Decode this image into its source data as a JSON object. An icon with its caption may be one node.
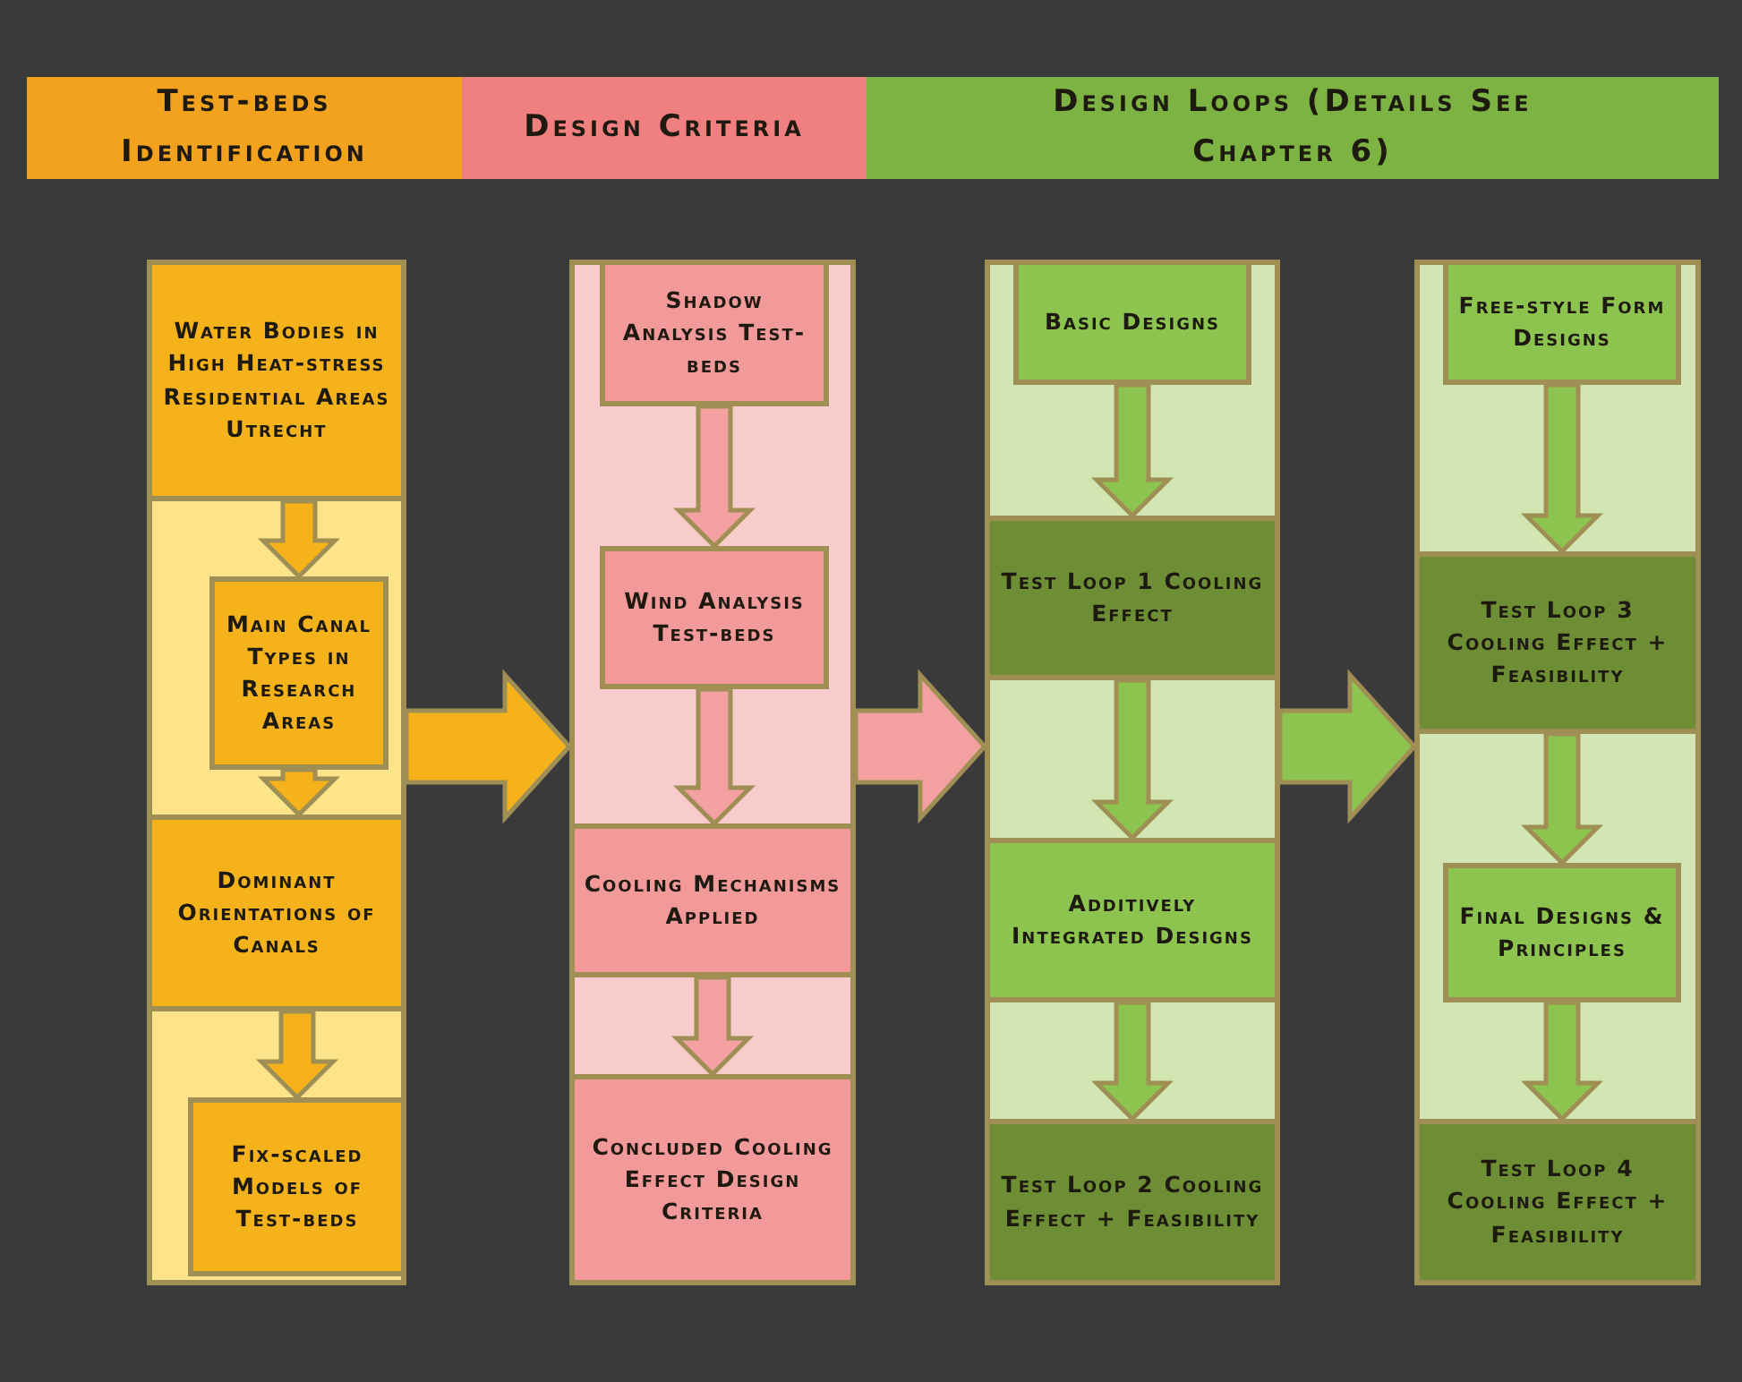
{
  "diagram": {
    "nodes": [
      {
        "text": [
          "Test-beds Identification"
        ]
      },
      {
        "text": [
          "Design Criteria"
        ]
      },
      {
        "text": [
          "Design Loops (Details See Chapter 6)"
        ]
      },
      {
        "text": [],
        "shape": "box"
      },
      {
        "text": [
          "Water Bodies in High Heat-stress Residential Areas Utrecht"
        ],
        "in": 3
      },
      {
        "text": [
          "Main Canal Types in Research Areas"
        ],
        "in": 3
      },
      {
        "text": [
          "Dominant Orientations of Canals"
        ],
        "in": 3
      },
      {
        "text": [
          "Fix-scaled Models of Test-beds"
        ],
        "in": 3
      },
      {
        "text": [],
        "shape": "box"
      },
      {
        "text": [
          "Shadow Analysis Test-beds"
        ],
        "in": 8
      },
      {
        "text": [
          "Wind Analysis Test-beds"
        ],
        "in": 8
      },
      {
        "text": [
          "Cooling Mechanisms Applied"
        ],
        "in": 8
      },
      {
        "text": [
          "Concluded Cooling Effect Design Criteria"
        ],
        "in": 8
      },
      {
        "text": [],
        "shape": "box"
      },
      {
        "text": [
          "Basic Designs"
        ],
        "in": 13
      },
      {
        "text": [
          "Test Loop 1 Cooling Effect"
        ],
        "in": 13
      },
      {
        "text": [
          "Additively Integrated Designs"
        ],
        "in": 13
      },
      {
        "text": [
          "Test Loop 2 Cooling Effect + Feasibility"
        ],
        "in": 13
      },
      {
        "text": [],
        "shape": "box"
      },
      {
        "text": [
          "Free-style Form Designs"
        ],
        "in": 18
      },
      {
        "text": [
          "Test Loop 3 Cooling Effect + Feasibility"
        ],
        "in": 18
      },
      {
        "text": [
          "Final Designs & Principles"
        ],
        "in": 18
      },
      {
        "text": [
          "Test Loop 4 Cooling Effect + Feasibility"
        ],
        "in": 18
      }
    ],
    "edges": [
      {
        "from": 4,
        "to": 5,
        "arrow": "to",
        "color": "#f5b21a"
      },
      {
        "from": 5,
        "to": 6,
        "arrow": "to",
        "color": "#f5b21a"
      },
      {
        "from": 6,
        "to": 7,
        "arrow": "to",
        "color": "#f5b21a"
      },
      {
        "from": 3,
        "to": 8,
        "arrow": "to",
        "style": "thick",
        "color": "#f5b21a"
      },
      {
        "from": 9,
        "to": 10,
        "arrow": "to",
        "color": "#f2a0a0"
      },
      {
        "from": 10,
        "to": 11,
        "arrow": "to",
        "color": "#f2a0a0"
      },
      {
        "from": 11,
        "to": 12,
        "arrow": "to",
        "color": "#f2a0a0"
      },
      {
        "from": 8,
        "to": 13,
        "arrow": "to",
        "style": "thick",
        "color": "#f2a0a0"
      },
      {
        "from": 14,
        "to": 15,
        "arrow": "to"
      },
      {
        "from": 15,
        "to": 16,
        "arrow": "to"
      },
      {
        "from": 16,
        "to": 17,
        "arrow": "to"
      },
      {
        "from": 13,
        "to": 18,
        "arrow": "to",
        "style": "thick"
      },
      {
        "from": 19,
        "to": 20,
        "arrow": "to"
      },
      {
        "from": 20,
        "to": 21,
        "arrow": "to"
      },
      {
        "from": 21,
        "to": 22,
        "arrow": "to"
      }
    ]
  }
}
